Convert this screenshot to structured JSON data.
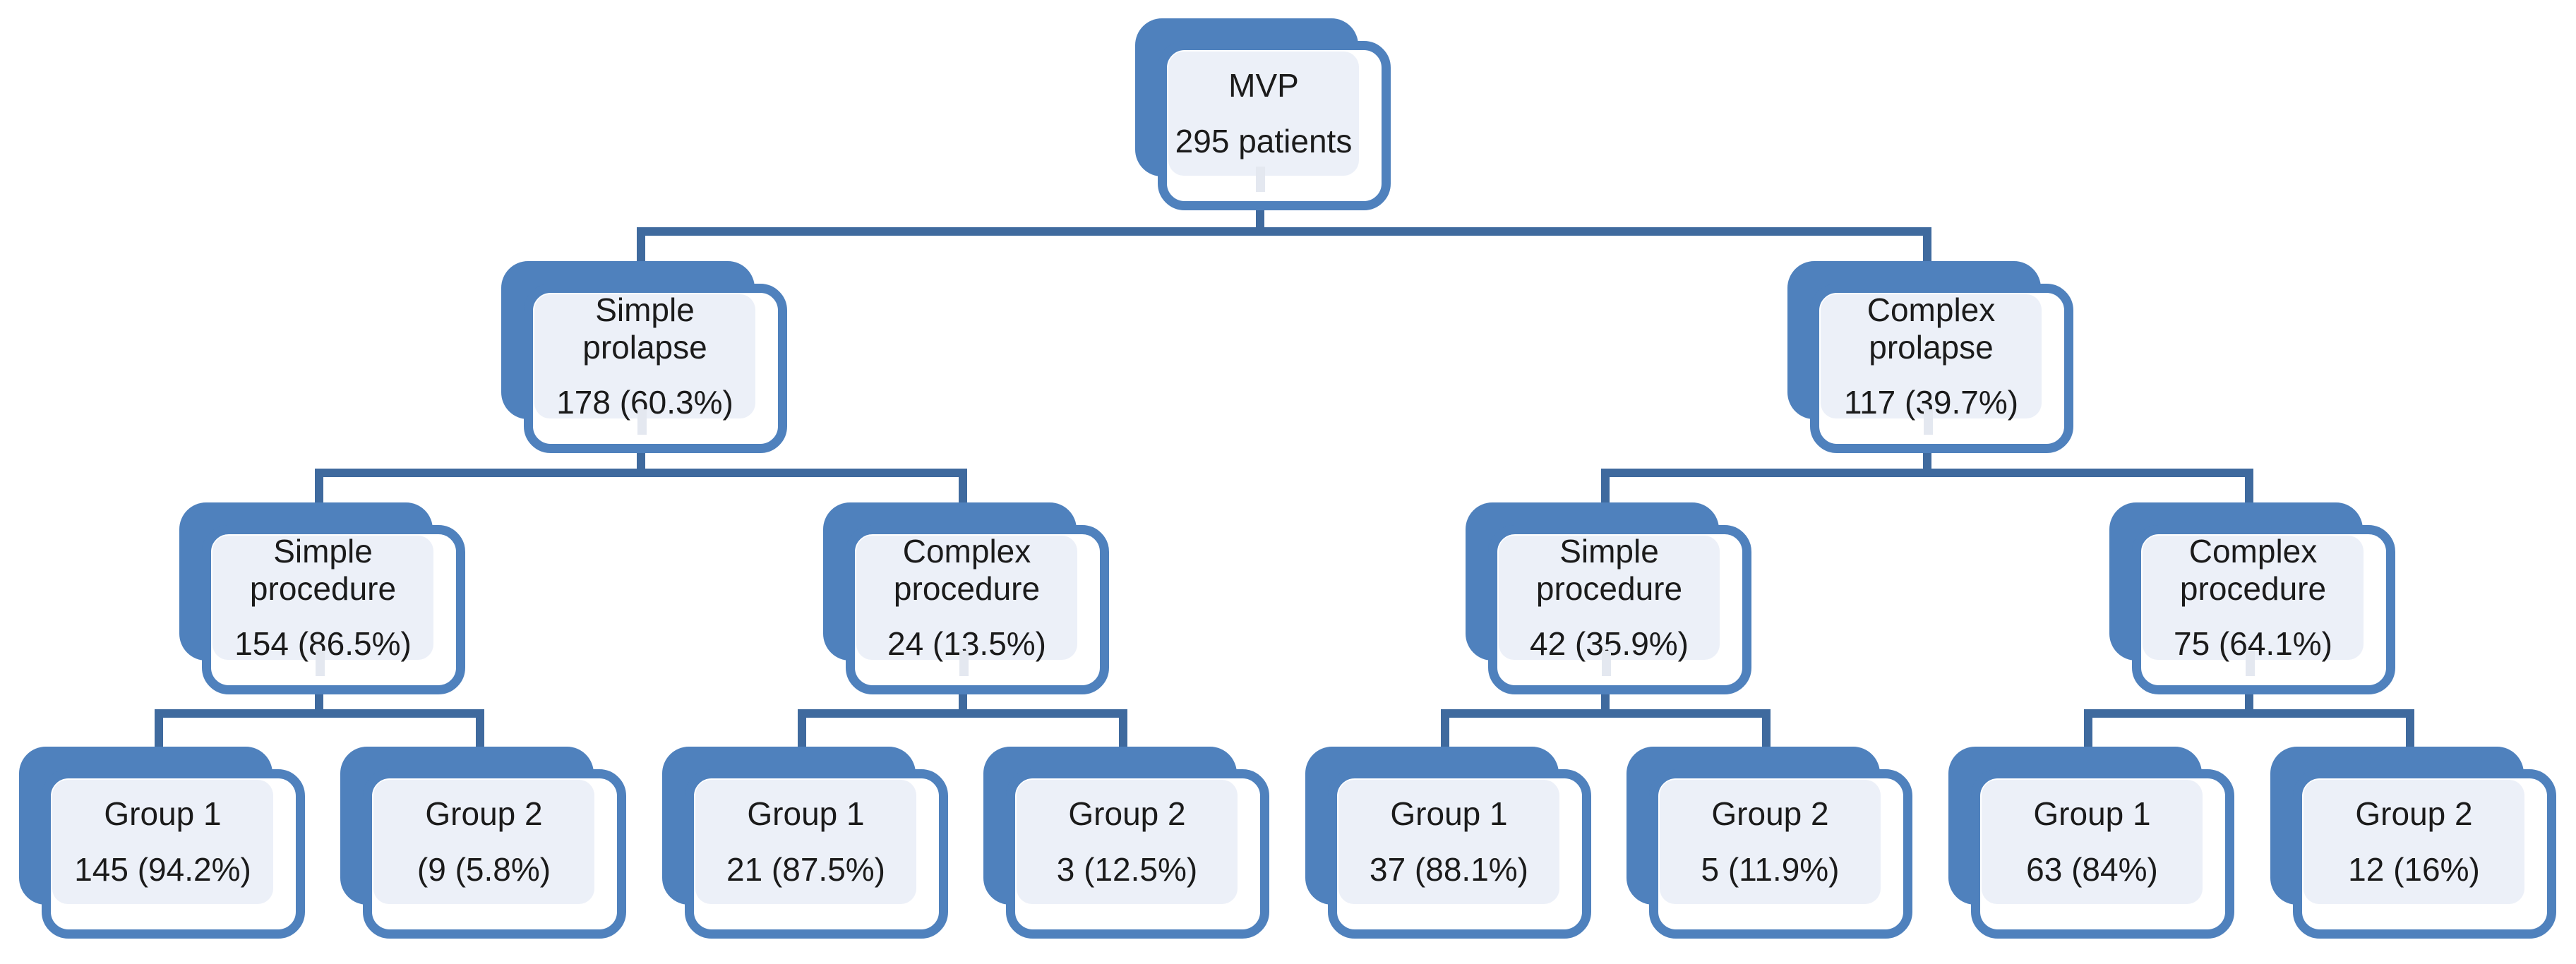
{
  "diagram": {
    "type": "flowchart",
    "background": "#ffffff",
    "nodes": {
      "root": {
        "label": "MVP",
        "value": "295 patients"
      },
      "simple_prolapse": {
        "label": "Simple prolapse",
        "value": "178 (60.3%)"
      },
      "complex_prolapse": {
        "label": "Complex prolapse",
        "value": "117 (39.7%)"
      },
      "simple_simple": {
        "label": "Simple procedure",
        "value": "154 (86.5%)"
      },
      "simple_complex": {
        "label": "Complex procedure",
        "value": "24 (13.5%)"
      },
      "complex_simple": {
        "label": "Simple procedure",
        "value": "42 (35.9%)"
      },
      "complex_complex": {
        "label": "Complex procedure",
        "value": "75 (64.1%)"
      },
      "ss_g1": {
        "label": "Group 1",
        "value": "145 (94.2%)"
      },
      "ss_g2": {
        "label": "Group 2",
        "value": "(9 (5.8%)"
      },
      "sc_g1": {
        "label": "Group 1",
        "value": "21 (87.5%)"
      },
      "sc_g2": {
        "label": "Group 2",
        "value": "3 (12.5%)"
      },
      "cs_g1": {
        "label": "Group 1",
        "value": "37 (88.1%)"
      },
      "cs_g2": {
        "label": "Group 2",
        "value": "5 (11.9%)"
      },
      "cc_g1": {
        "label": "Group 1",
        "value": "63 (84%)"
      },
      "cc_g2": {
        "label": "Group 2",
        "value": "12 (16%)"
      }
    },
    "hierarchy": {
      "root": [
        "simple_prolapse",
        "complex_prolapse"
      ],
      "simple_prolapse": [
        "simple_simple",
        "simple_complex"
      ],
      "complex_prolapse": [
        "complex_simple",
        "complex_complex"
      ],
      "simple_simple": [
        "ss_g1",
        "ss_g2"
      ],
      "simple_complex": [
        "sc_g1",
        "sc_g2"
      ],
      "complex_simple": [
        "cs_g1",
        "cs_g2"
      ],
      "complex_complex": [
        "cc_g1",
        "cc_g2"
      ]
    },
    "colors": {
      "accent": "#4f81bd",
      "connector": "#3f6a9e",
      "panel_fill": "#ecf0f8",
      "text": "#1b1b1b",
      "ghost": "#e4e8f0"
    }
  }
}
